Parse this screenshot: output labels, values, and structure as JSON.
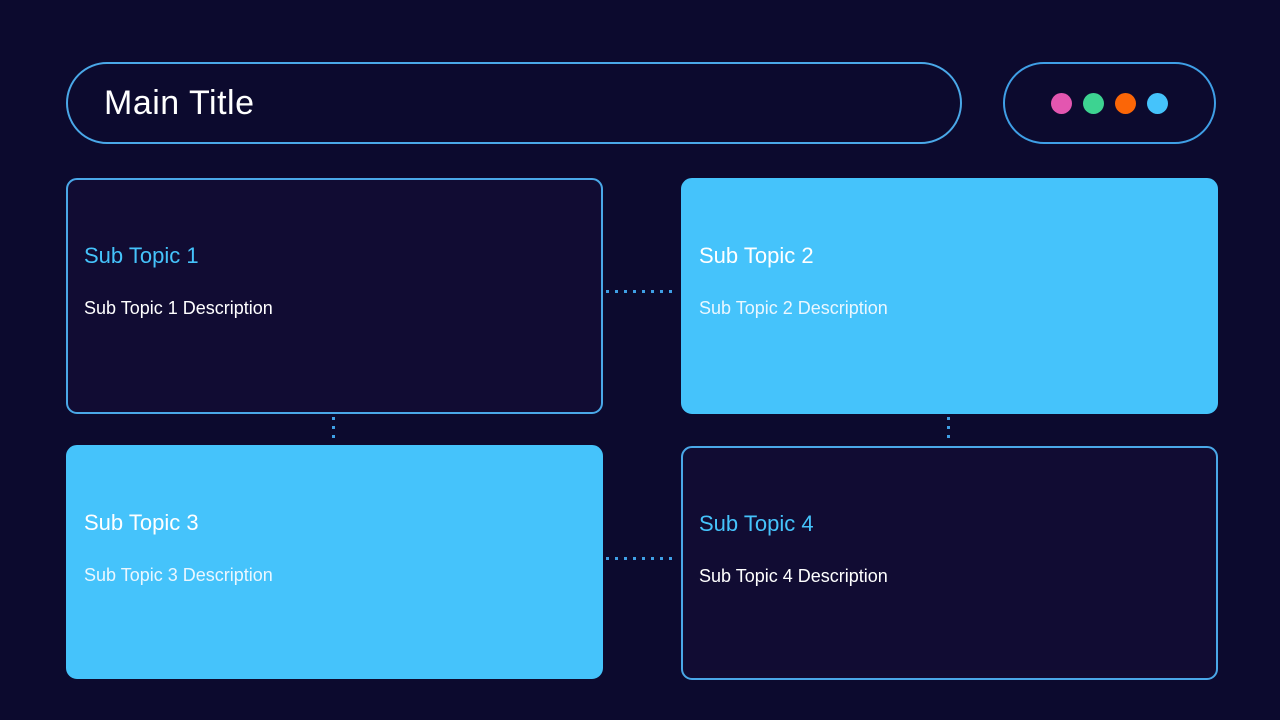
{
  "page": {
    "background_color": "#0c0a2e",
    "accent_color": "#45c3fb",
    "border_color": "#4aa8e8"
  },
  "header": {
    "title": "Main Title",
    "dots": [
      {
        "name": "dot-pink",
        "color": "#e356b0"
      },
      {
        "name": "dot-green",
        "color": "#3dd391"
      },
      {
        "name": "dot-orange",
        "color": "#fb6607"
      },
      {
        "name": "dot-blue",
        "color": "#45c3fb"
      }
    ]
  },
  "cards": [
    {
      "id": "card-1",
      "title": "Sub Topic 1",
      "description": "Sub Topic 1 Description",
      "style": "outline"
    },
    {
      "id": "card-2",
      "title": "Sub Topic 2",
      "description": "Sub Topic 2 Description",
      "style": "filled"
    },
    {
      "id": "card-3",
      "title": "Sub Topic 3",
      "description": "Sub Topic 3 Description",
      "style": "filled"
    },
    {
      "id": "card-4",
      "title": "Sub Topic 4",
      "description": "Sub Topic 4 Description",
      "style": "outline"
    }
  ],
  "connectors": [
    {
      "name": "connector-card1-card2",
      "orientation": "horizontal"
    },
    {
      "name": "connector-card3-card4",
      "orientation": "horizontal"
    },
    {
      "name": "connector-card1-card3",
      "orientation": "vertical"
    },
    {
      "name": "connector-card2-card4",
      "orientation": "vertical"
    }
  ]
}
